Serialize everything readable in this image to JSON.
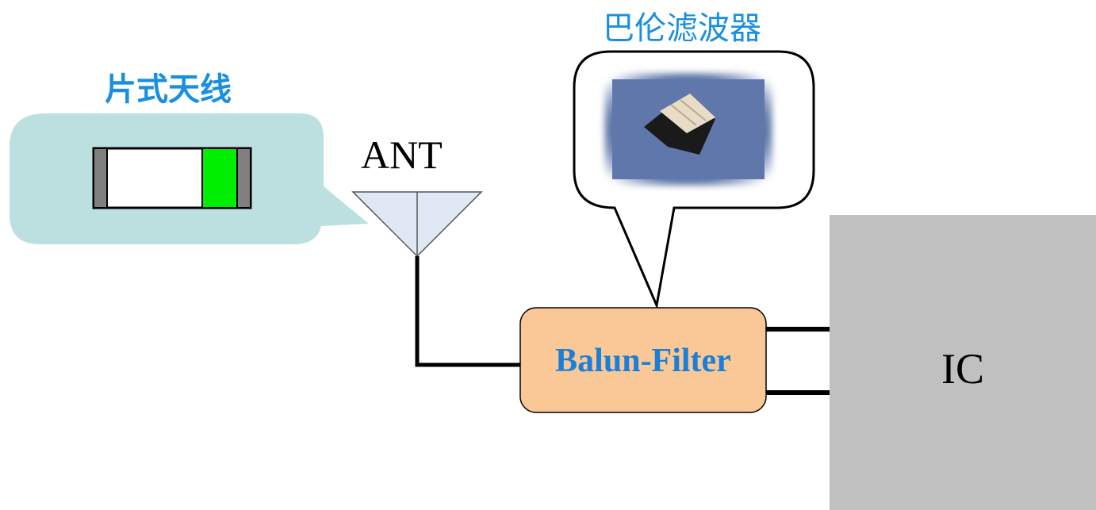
{
  "diagram": {
    "chip_antenna_label": "片式天线",
    "balun_filter_label": "巴伦滤波器",
    "antenna_label": "ANT",
    "block_label": "Balun-Filter",
    "ic_label": "IC"
  },
  "colors": {
    "callout_teal": "#bcdfe0",
    "chip_terminal_gray": "#808080",
    "chip_green": "#00ee00",
    "antenna_fill": "#dfe8f4",
    "block_fill": "#fac796",
    "ic_fill": "#c0c0c0",
    "title_blue": "#1a8fe0"
  }
}
